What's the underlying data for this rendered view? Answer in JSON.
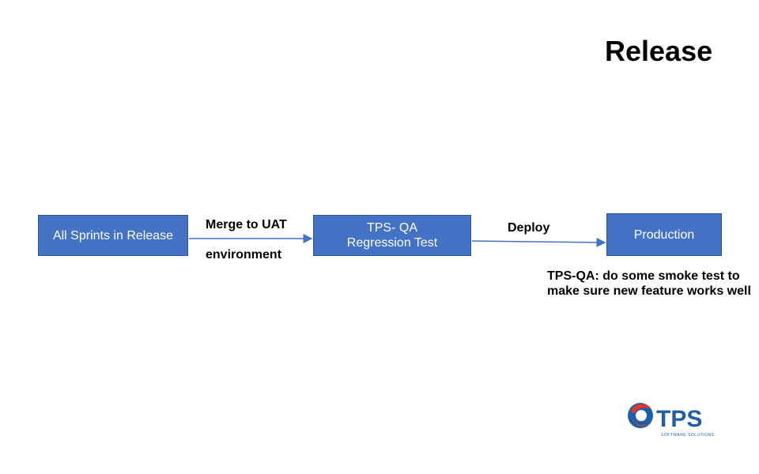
{
  "title": "Release",
  "nodes": {
    "sprints": "All Sprints in Release",
    "qa_line1": "TPS- QA",
    "qa_line2": "Regression Test",
    "production": "Production"
  },
  "edges": {
    "merge_line1": "Merge to UAT",
    "merge_line2": "environment",
    "deploy": "Deploy"
  },
  "note": {
    "line1": "TPS-QA: do some smoke test to",
    "line2": "make sure new feature works well"
  },
  "logo": {
    "text": "TPS",
    "tagline": "SOFTWARE SOLUTIONS",
    "colors": {
      "blue": "#1f5fa8",
      "red": "#e03a2a"
    }
  },
  "colors": {
    "node_fill": "#4472c4",
    "node_border": "#2f528f",
    "arrow": "#4472c4"
  }
}
